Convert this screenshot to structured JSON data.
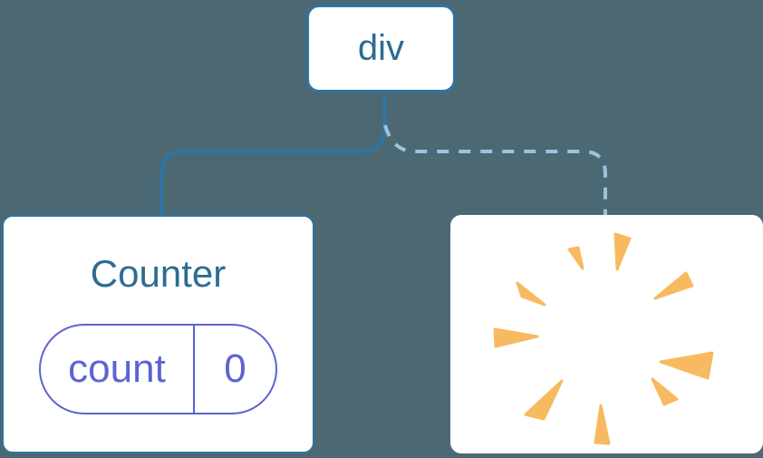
{
  "diagram": {
    "root_label": "div",
    "counter_card": {
      "title": "Counter",
      "state_name": "count",
      "state_value": "0"
    },
    "removed_card": {
      "icon": "starburst-icon"
    },
    "connectors": {
      "kept_child": "solid",
      "removed_child": "dashed"
    }
  },
  "colors": {
    "background": "#4C6872",
    "card_bg": "#FFFFFF",
    "node_border": "#2E74A3",
    "solid_line": "#2E74A3",
    "dashed_line": "#9CC3DC",
    "label_text": "#2B6D93",
    "state_accent": "#5C63D4",
    "burst": "#F8BA60"
  }
}
